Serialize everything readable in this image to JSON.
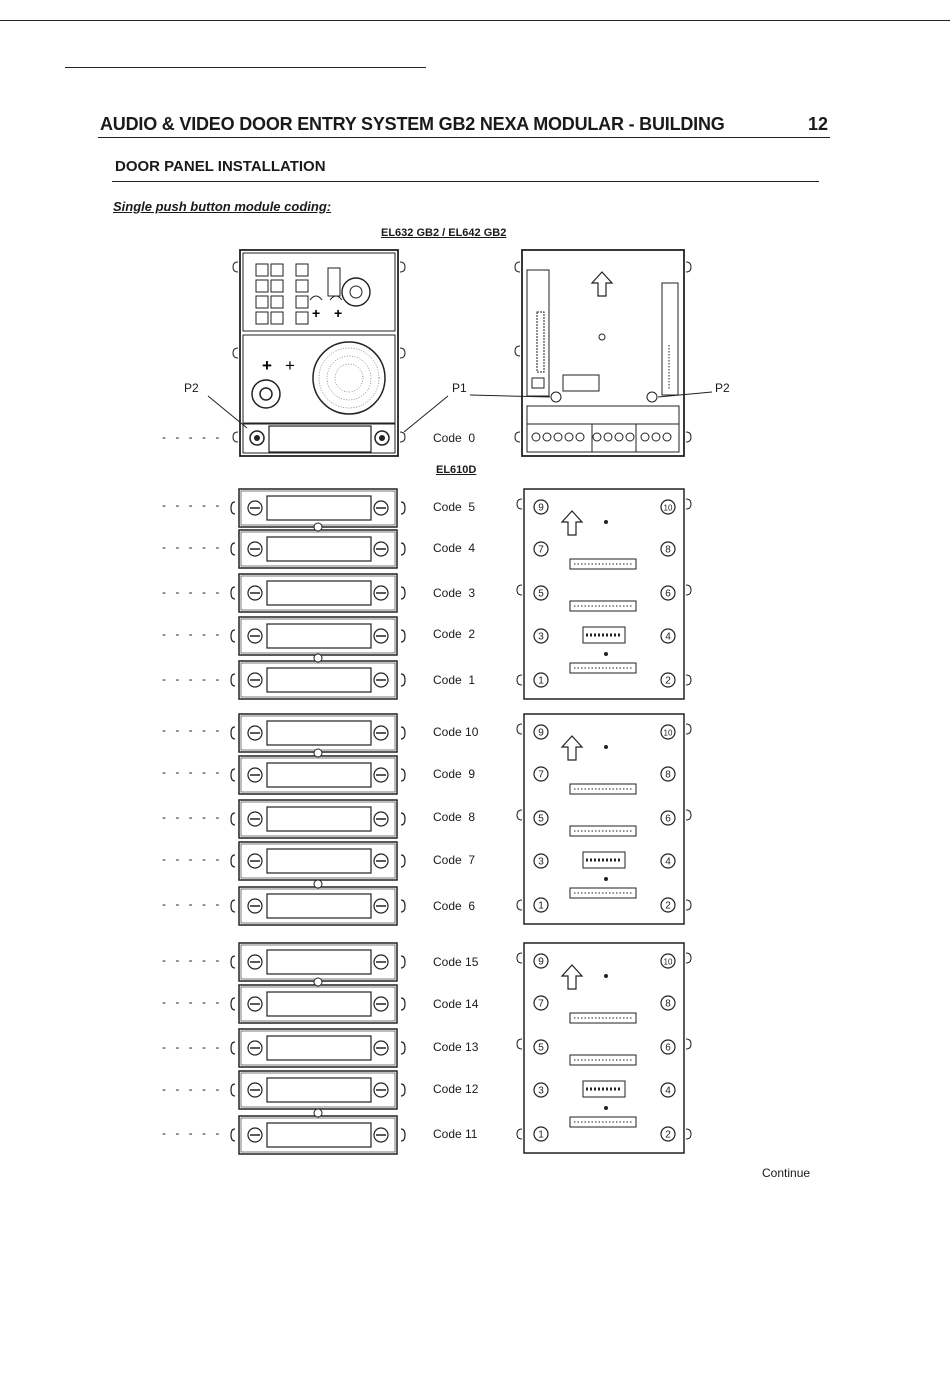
{
  "header": {
    "title": "AUDIO & VIDEO DOOR ENTRY SYSTEM GB2 NEXA MODULAR - BUILDING",
    "page_number": "12",
    "section": "DOOR PANEL INSTALLATION",
    "subtitle": "Single push button module coding:"
  },
  "figure": {
    "model_label": "EL632 GB2 / EL642 GB2",
    "module_label": "EL610D",
    "callouts": {
      "p1": "P1",
      "p2_left": "P2",
      "p2_right": "P2"
    },
    "dashes": "- - - - -",
    "front_panel_code": "Code  0",
    "group1": {
      "codes": [
        "Code  5",
        "Code  4",
        "Code  3",
        "Code  2",
        "Code  1"
      ],
      "terminals": [
        "9",
        "10",
        "7",
        "8",
        "5",
        "6",
        "3",
        "4",
        "1",
        "2"
      ]
    },
    "group2": {
      "codes": [
        "Code 10",
        "Code  9",
        "Code  8",
        "Code  7",
        "Code  6"
      ],
      "terminals": [
        "9",
        "10",
        "7",
        "8",
        "5",
        "6",
        "3",
        "4",
        "1",
        "2"
      ]
    },
    "group3": {
      "codes": [
        "Code 15",
        "Code 14",
        "Code 13",
        "Code 12",
        "Code 11"
      ],
      "terminals": [
        "9",
        "10",
        "7",
        "8",
        "5",
        "6",
        "3",
        "4",
        "1",
        "2"
      ]
    },
    "continue_label": "Continue"
  }
}
